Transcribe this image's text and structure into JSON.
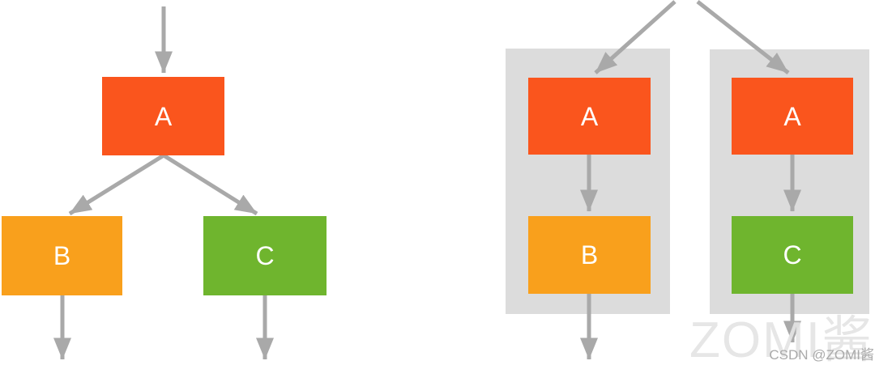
{
  "colors": {
    "node_a": "#FA551D",
    "node_b": "#F9A01C",
    "node_c": "#6FB52E",
    "panel": "#DCDCDC",
    "arrow": "#A9A9A9",
    "node_label": "#FFFFFF",
    "watermark_large": "#E4E4E4",
    "watermark_small": "#A6A6A6"
  },
  "left_tree": {
    "root": "A",
    "child_left": "B",
    "child_right": "C"
  },
  "right_groups": {
    "group1": {
      "top": "A",
      "bottom": "B"
    },
    "group2": {
      "top": "A",
      "bottom": "C"
    }
  },
  "watermark": {
    "large": "ZOMI酱",
    "small": "CSDN @ZOMI酱"
  }
}
